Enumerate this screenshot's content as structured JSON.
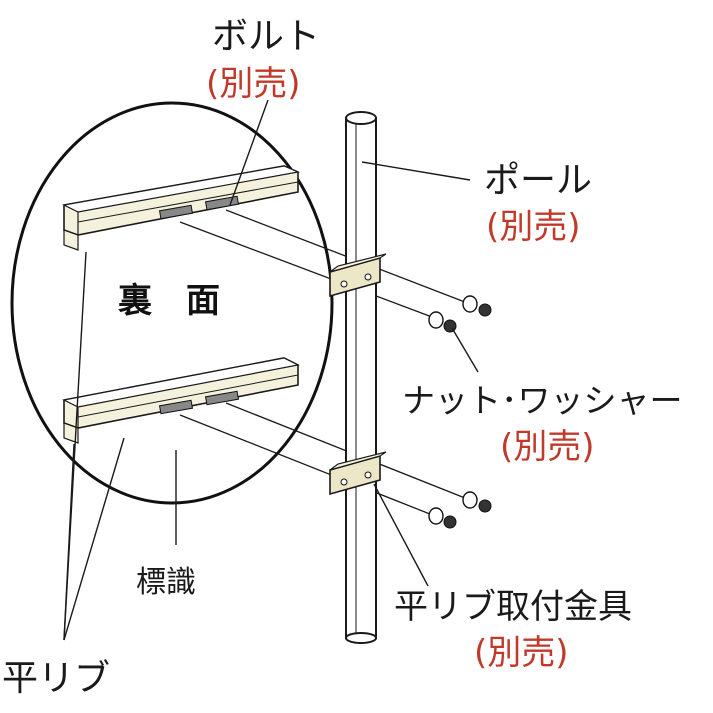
{
  "labels": {
    "bolt": "ボルト",
    "bolt_note": "(別売)",
    "pole": "ポール",
    "pole_note": "(別売)",
    "nut_washer": "ナット･ワッシャー",
    "nut_washer_note": "(別売)",
    "bracket": "平リブ取付金具",
    "bracket_note": "(別売)",
    "back_side": "裏　面",
    "sign": "標識",
    "flat_rib": "平リブ"
  },
  "colors": {
    "note_red": "#c0392b",
    "line": "#1a1a1a",
    "rib_fill": "#f4f1dc",
    "bracket_fill": "#ece7c6"
  }
}
